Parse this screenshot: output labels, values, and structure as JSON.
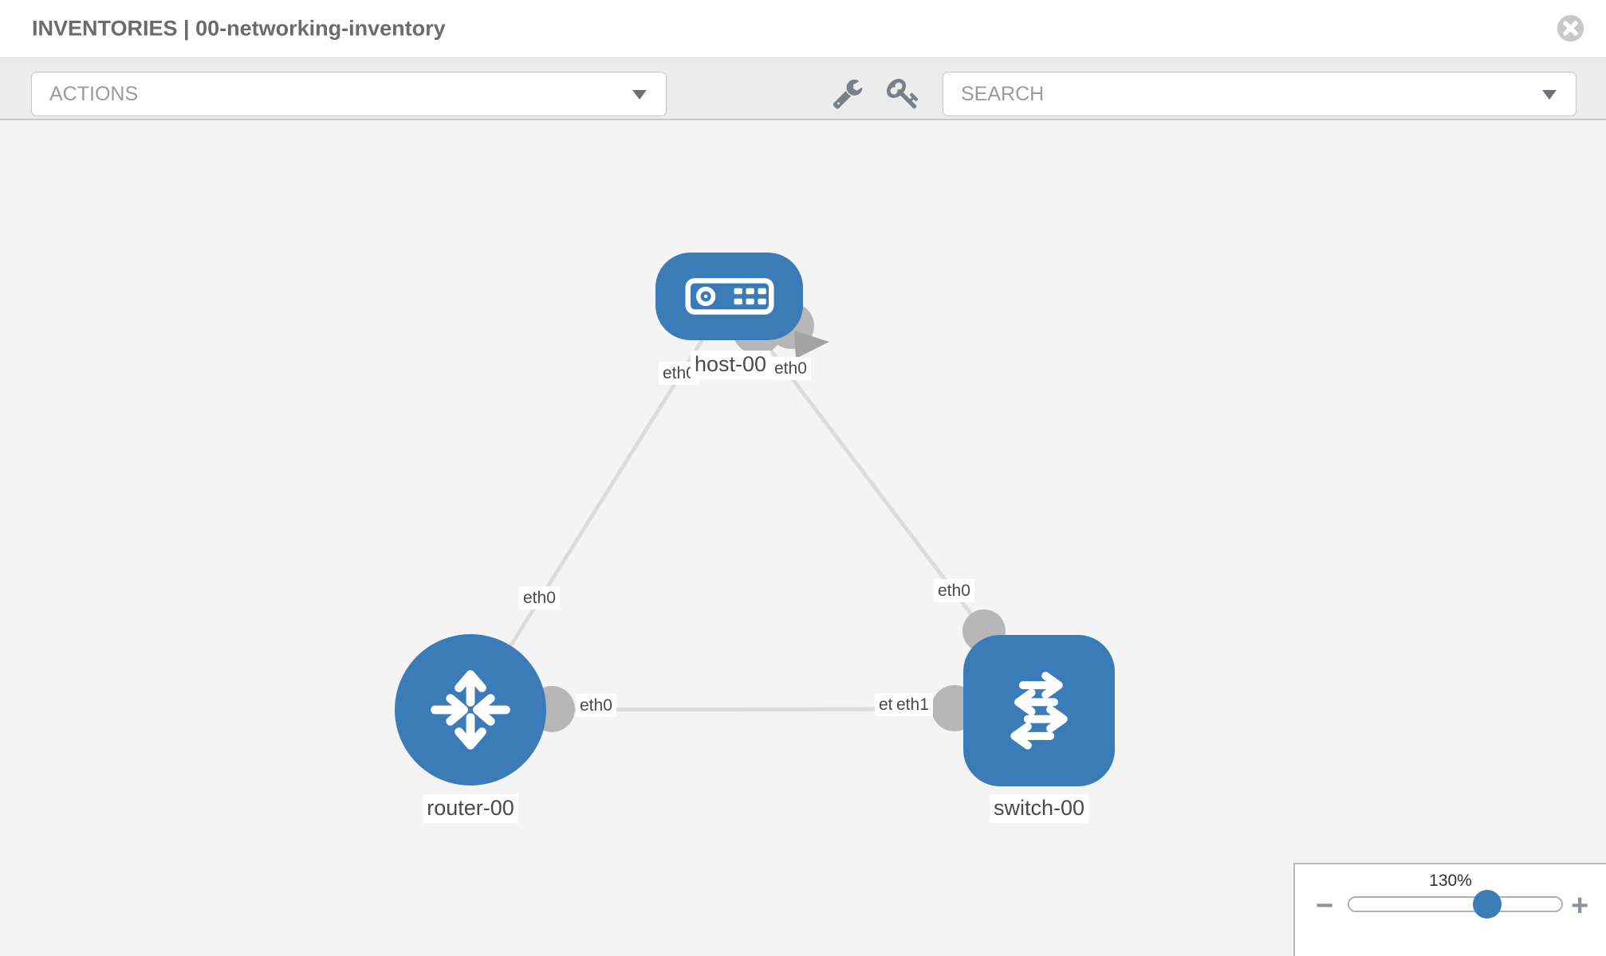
{
  "header": {
    "title": "INVENTORIES | 00-networking-inventory"
  },
  "toolbar": {
    "actions_label": "ACTIONS",
    "search_placeholder": "SEARCH"
  },
  "topology": {
    "nodes": {
      "host": {
        "label": "host-00",
        "type": "host"
      },
      "router": {
        "label": "router-00",
        "type": "router"
      },
      "switch": {
        "label": "switch-00",
        "type": "switch"
      }
    },
    "interface_labels": {
      "host_left": "eth0",
      "host_right": "eth0",
      "link_host_router": "eth0",
      "link_host_switch": "eth0",
      "router_right": "eth0",
      "switch_left_back": "eth0",
      "switch_left_front": "eth1"
    },
    "links": [
      {
        "from": "host-00",
        "to": "router-00"
      },
      {
        "from": "host-00",
        "to": "switch-00"
      },
      {
        "from": "router-00",
        "to": "switch-00"
      }
    ]
  },
  "zoom_control": {
    "value": "130%",
    "minus_label": "−",
    "plus_label": "+"
  },
  "colors": {
    "node_blue": "#3b7cb8",
    "link_gray": "#dcdcdc",
    "interface_gray": "#b7b7b7",
    "canvas_bg": "#f4f4f4"
  }
}
